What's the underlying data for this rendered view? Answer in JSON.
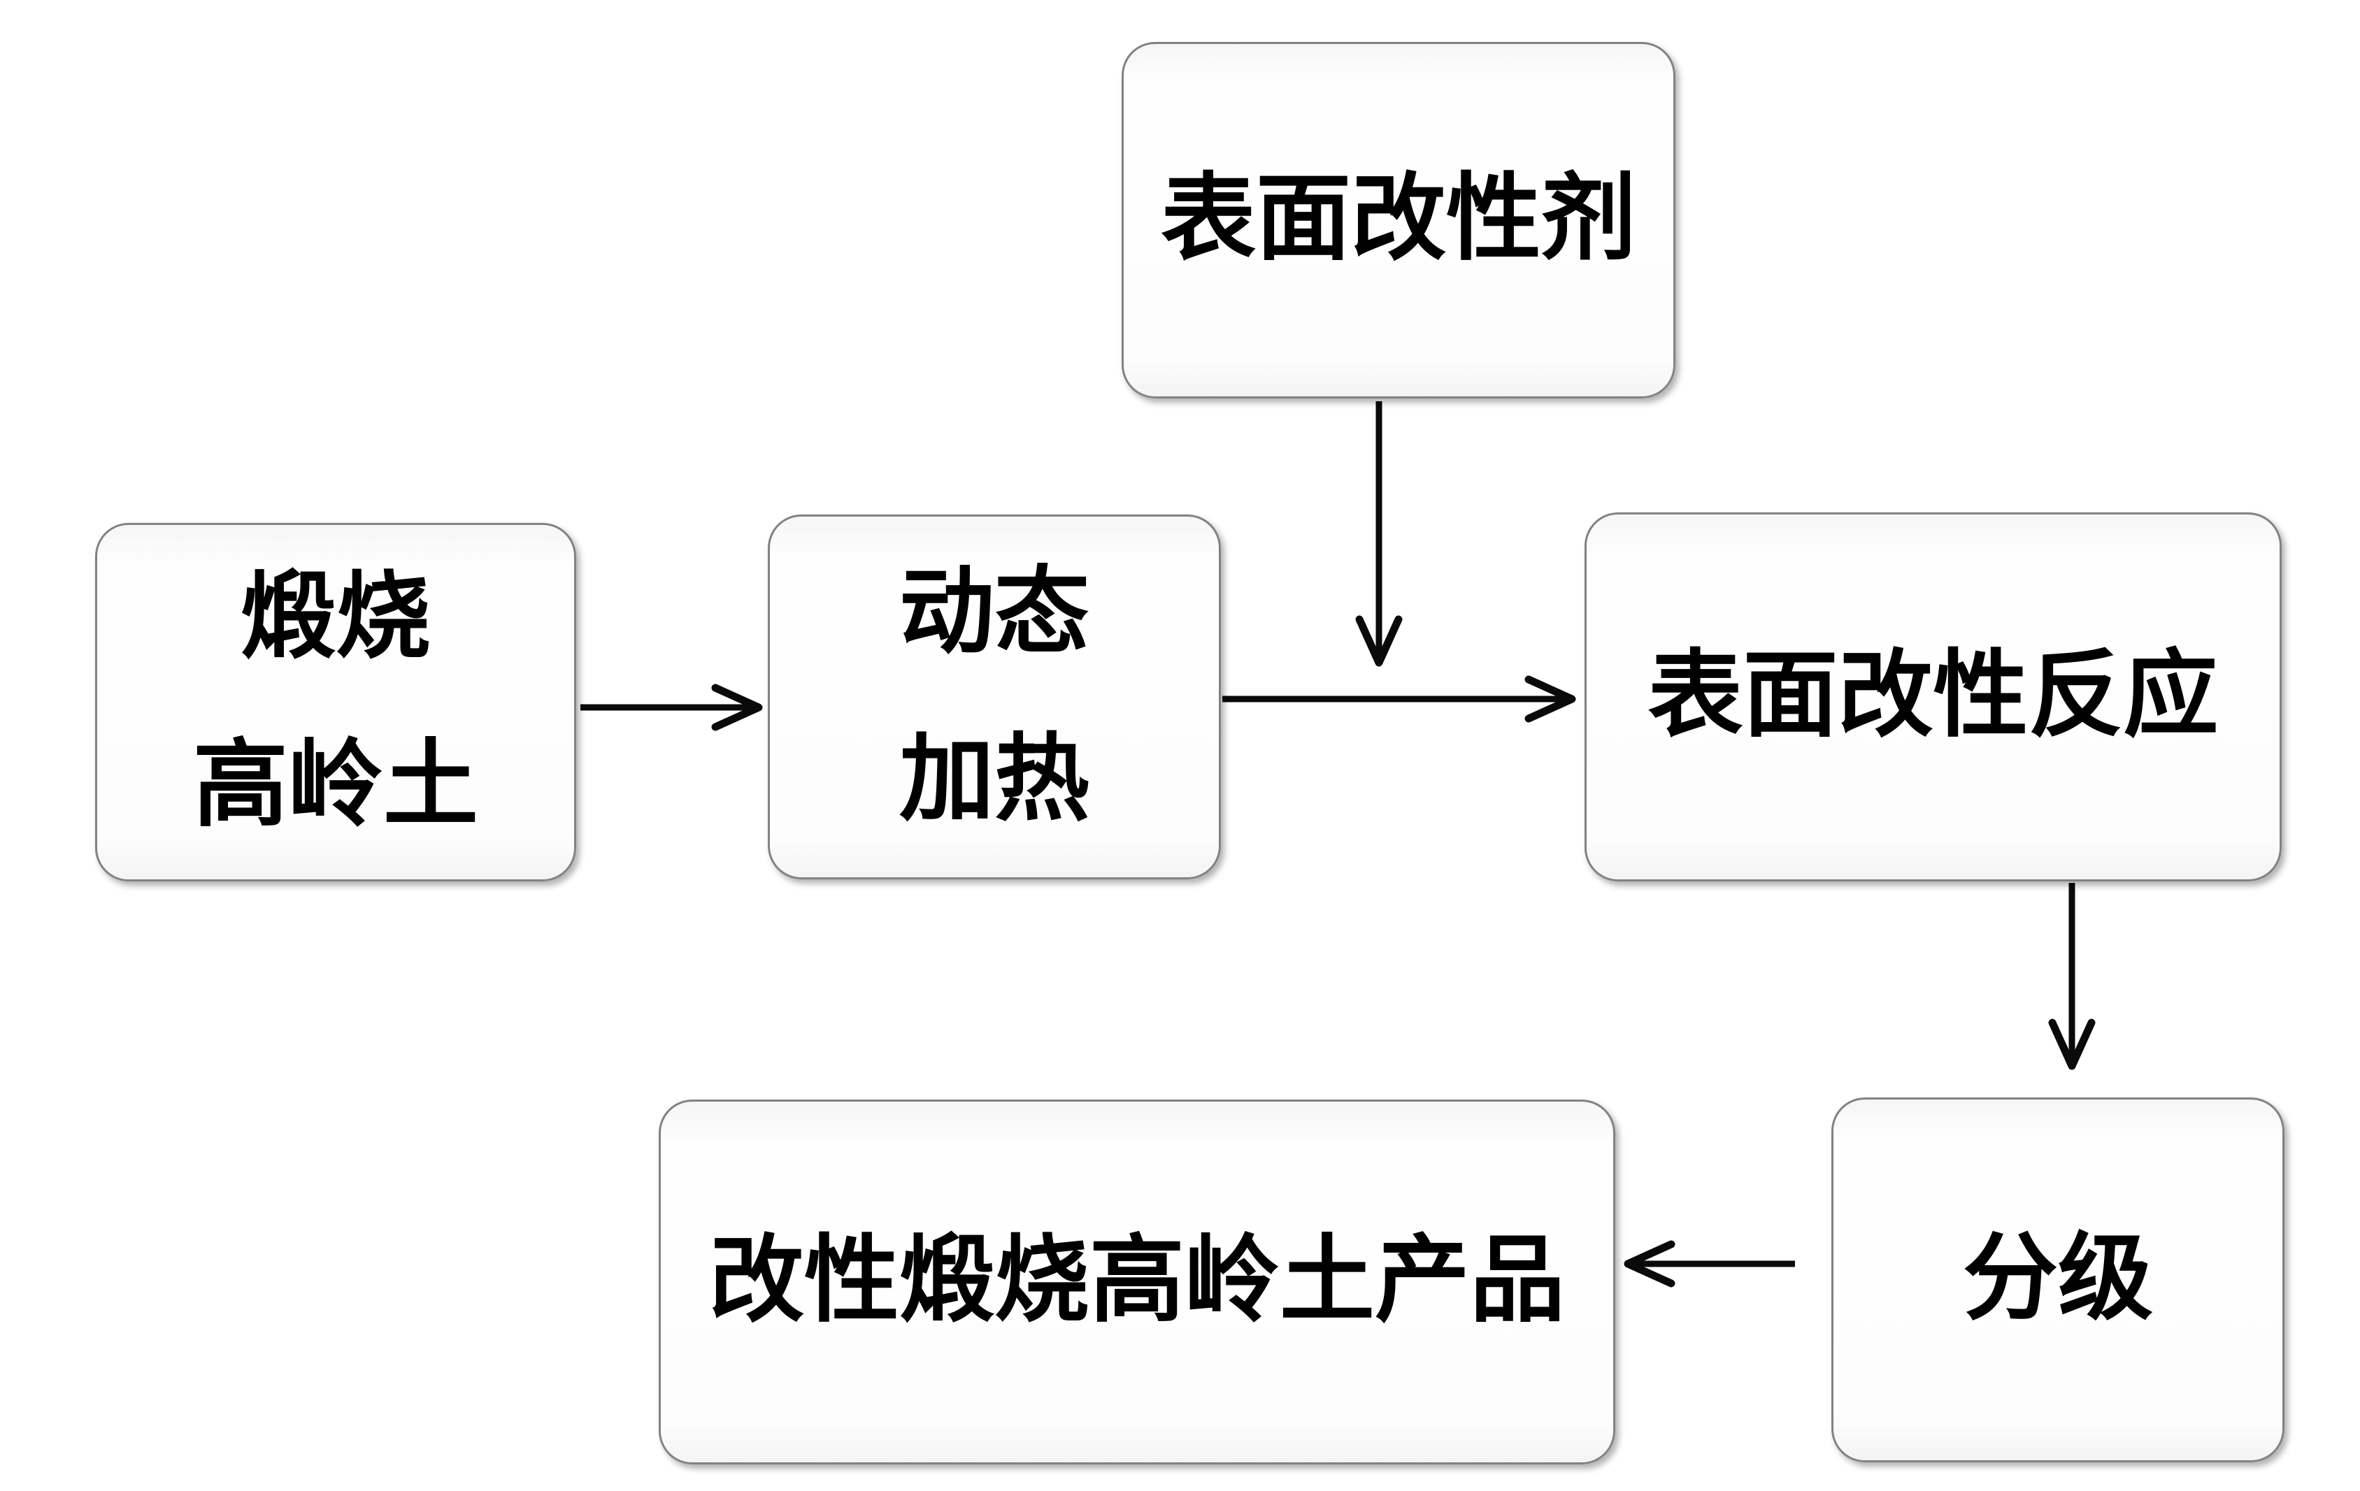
{
  "diagram": {
    "title": "",
    "background_color": "#ffffff",
    "box_border_color": "#828282",
    "box_fill_color": "#fdfdfd",
    "arrow_color": "#0a0a0a",
    "text_color": "#000000",
    "nodes": {
      "modifier": {
        "label": "表面改性剂"
      },
      "kaolin": {
        "line1": "煅烧",
        "line2": "高岭土"
      },
      "heating": {
        "line1": "动态",
        "line2": "加热"
      },
      "reaction": {
        "label": "表面改性反应"
      },
      "grading": {
        "label": "分级"
      },
      "product": {
        "label": "改性煅烧高岭土产品"
      }
    },
    "edges": [
      {
        "from": "煅烧高岭土",
        "to": "动态加热",
        "direction": "right"
      },
      {
        "from": "动态加热",
        "to": "表面改性反应",
        "direction": "right"
      },
      {
        "from": "表面改性剂",
        "to": "表面改性反应",
        "direction": "down"
      },
      {
        "from": "表面改性反应",
        "to": "分级",
        "direction": "down"
      },
      {
        "from": "分级",
        "to": "改性煅烧高岭土产品",
        "direction": "left"
      }
    ]
  }
}
